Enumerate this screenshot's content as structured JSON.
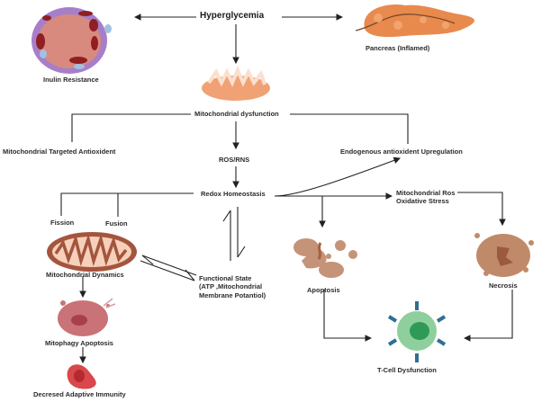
{
  "nodes": {
    "hyperglycemia": "Hyperglycemia",
    "insulin_resistance": "Inulin Resistance",
    "pancreas": "Pancreas (Inflamed)",
    "mito_dysfunction": "Mitochondrial dysfunction",
    "mito_targeted_antioxidant": "Mitochondrial Targeted Antioxident",
    "endogenous_antioxidant": "Endogenous antioxident Upregulation",
    "ros_rns": "ROS/RNS",
    "redox_homeostasis": "Redox Homeostasis",
    "mito_ros_line1": "Mitochondrial Ros",
    "mito_ros_line2": "Oxidative Stress",
    "fission": "Fission",
    "fusion": "Fusion",
    "mito_dynamics": "Mitochondrial Dynamics",
    "functional_state_line1": "Functional State",
    "functional_state_line2": "(ATP ,Mitochondrial",
    "functional_state_line3": "Membrane Potantiol)",
    "apoptosis": "Apoptosis",
    "necrosis": "Necrosis",
    "mitophagy_apoptosis": "Mitophagy Apoptosis",
    "decreased_immunity": "Decresed Adaptive Immunity",
    "tcell_dysfunction": "T-Cell Dysfunction"
  },
  "colors": {
    "islet_pink": "#d98a7f",
    "islet_purple": "#a77fc9",
    "pancreas_orange": "#e88a4e",
    "mito_orange": "#f0a274",
    "mito_brown": "#a4553d",
    "cell_tan": "#c49378",
    "necrosis_tan": "#c08a6a",
    "mitophagy_rose": "#c97277",
    "rbc_red": "#d9484c",
    "tcell_green": "#7fc48f",
    "antibody_blue": "#2e6f93"
  }
}
